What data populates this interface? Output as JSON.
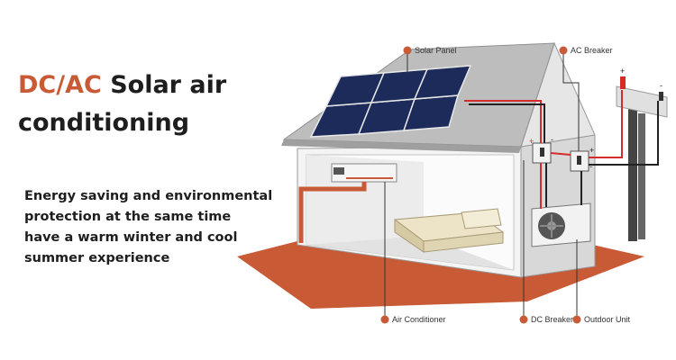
{
  "headline": {
    "accent": "DC/AC",
    "rest": " Solar air",
    "line2": "conditioning"
  },
  "subtext": {
    "line1": "Energy saving and environmental",
    "line2": "protection at the same time",
    "line3": "have a warm winter and cool",
    "line4": "summer experience"
  },
  "callouts": {
    "solar_panel": "Solar Panel",
    "ac_breaker": "AC Breaker",
    "air_conditioner": "Air Conditioner",
    "dc_breaker": "DC Breaker",
    "outdoor_unit": "Outdoor Unit"
  },
  "polarity": {
    "plus": "+",
    "minus": "-"
  },
  "colors": {
    "accent": "#c85a36",
    "wire_red": "#d62b2b",
    "wire_black": "#222222",
    "roof": "#b9b9b9",
    "panel": "#1c2b5a"
  }
}
